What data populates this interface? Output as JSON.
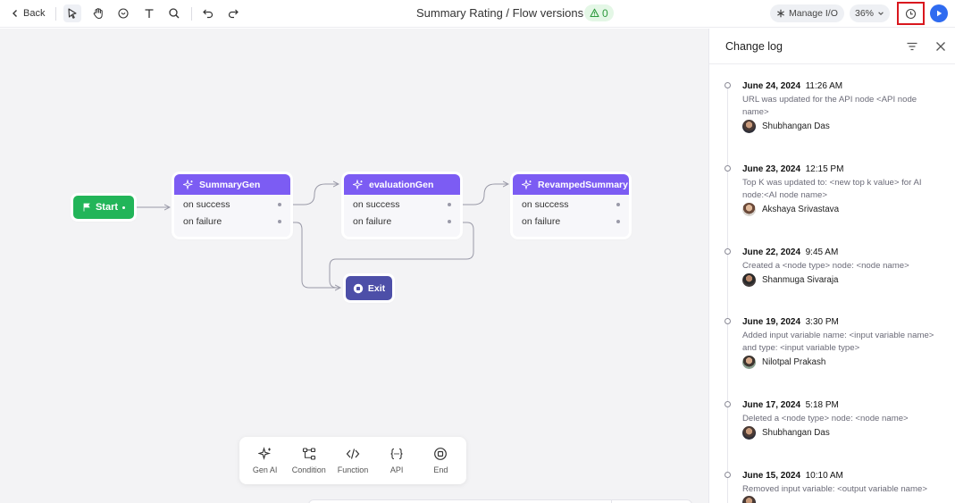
{
  "toolbar": {
    "back_label": "Back",
    "title": "Summary Rating / Flow versions",
    "warning_count": "0",
    "manage_io_label": "Manage I/O",
    "zoom_value": "36%",
    "icons": [
      "chevron-left-icon",
      "select-cursor-icon",
      "hand-icon",
      "comment-icon",
      "text-icon",
      "search-icon",
      "undo-icon",
      "redo-icon",
      "chevron-down-icon",
      "warning-icon",
      "asterisk-icon",
      "history-icon",
      "play-icon"
    ]
  },
  "canvas": {
    "start_label": "Start",
    "exit_label": "Exit",
    "nodes": [
      {
        "name": "SummaryGen",
        "on_success": "on success",
        "on_failure": "on failure"
      },
      {
        "name": "evaluationGen",
        "on_success": "on success",
        "on_failure": "on failure"
      },
      {
        "name": "RevampedSummary",
        "on_success": "on success",
        "on_failure": "on failure"
      }
    ],
    "node_color": "#7c5cf3",
    "start_color": "#22b559",
    "exit_color": "#4d4fa8"
  },
  "palette": {
    "items": [
      {
        "label": "Gen AI",
        "icon": "sparkle-icon"
      },
      {
        "label": "Condition",
        "icon": "branch-icon"
      },
      {
        "label": "Function",
        "icon": "code-icon"
      },
      {
        "label": "API",
        "icon": "braces-icon"
      },
      {
        "label": "End",
        "icon": "stop-icon"
      }
    ]
  },
  "changelog": {
    "title": "Change log",
    "entries": [
      {
        "date": "June 24, 2024",
        "time": "11:26 AM",
        "description": "URL was updated for the API node <API node name>",
        "user": "Shubhangan Das"
      },
      {
        "date": "June 23, 2024",
        "time": "12:15 PM",
        "description": "Top K was updated to: <new top k value> for AI node:<AI node name>",
        "user": "Akshaya Srivastava"
      },
      {
        "date": "June 22, 2024",
        "time": "9:45 AM",
        "description": "Created a <node type> node: <node name>",
        "user": "Shanmuga Sivaraja"
      },
      {
        "date": "June 19, 2024",
        "time": "3:30 PM",
        "description": "Added input variable name: <input variable name> and type: <input variable type>",
        "user": "Nilotpal Prakash"
      },
      {
        "date": "June 17, 2024",
        "time": "5:18 PM",
        "description": "Deleted a <node type> node: <node name>",
        "user": "Shubhangan Das"
      },
      {
        "date": "June 15, 2024",
        "time": "10:10 AM",
        "description": "Removed input variable: <output variable name>",
        "user": ""
      }
    ]
  },
  "colors": {
    "highlight_border": "#d9171e",
    "run_button": "#2f6bf0",
    "warning_badge": "#2e9a3e"
  }
}
